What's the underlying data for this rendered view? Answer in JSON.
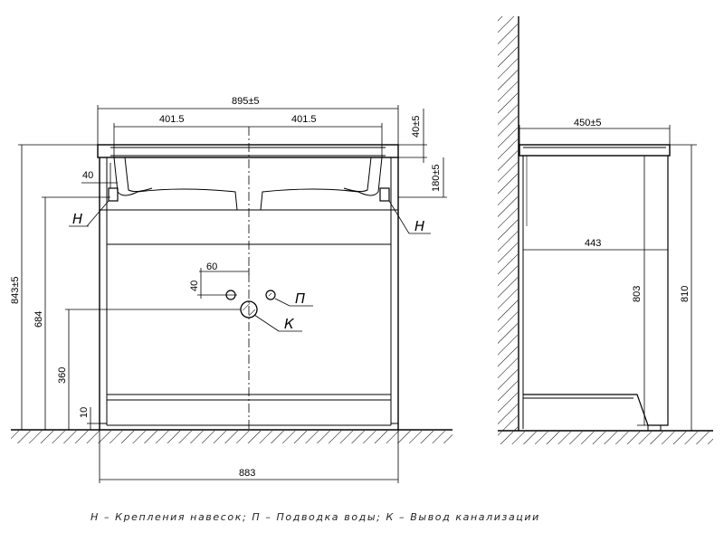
{
  "front_view": {
    "dims": {
      "overall_width": "895±5",
      "basin_left": "401.5",
      "basin_right": "401.5",
      "top_thickness": "40±5",
      "basin_depth": "180±5",
      "mount_offset": "40",
      "total_height": "843±5",
      "mount_height": "684",
      "drain_height": "360",
      "leg_height": "10",
      "pipe_dx": "60",
      "pipe_dy": "40",
      "base_width": "883"
    },
    "labels": {
      "mount_left": "Н",
      "mount_right": "Н",
      "water": "П",
      "drain": "К"
    }
  },
  "side_view": {
    "dims": {
      "depth_top": "450±5",
      "depth_body": "443",
      "height_inner": "803",
      "height_total": "810"
    }
  },
  "legend": {
    "text": "Н – Крепления навесок; П – Подводка воды; К – Вывод канализации"
  }
}
